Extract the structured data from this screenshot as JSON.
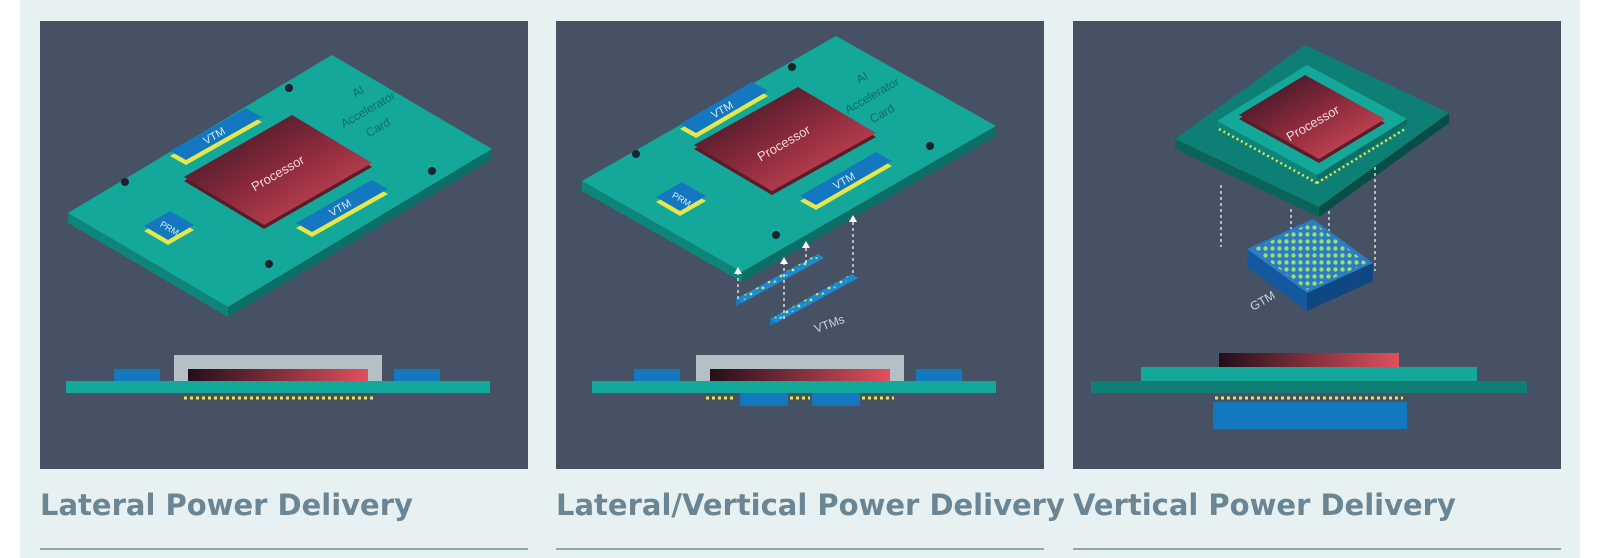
{
  "colors": {
    "background": "#e8f1f1",
    "panel": "#465263",
    "board": "#14a89a",
    "board_side": "#0b6e67",
    "vtm": "#1478c0",
    "pad_yellow": "#e6e84a",
    "caption": "#6a8593"
  },
  "panels": [
    {
      "caption": "Lateral Power Delivery",
      "processor_label": "Processor",
      "card_label_line1": "AI",
      "card_label_line2": "Accelerator",
      "card_label_line3": "Card",
      "vtm_top_label": "VTM",
      "vtm_bottom_label": "VTM",
      "prm_label": "PRM"
    },
    {
      "caption": "Lateral/Vertical Power Delivery",
      "processor_label": "Processor",
      "card_label_line1": "AI",
      "card_label_line2": "Accelerator",
      "card_label_line3": "Card",
      "vtm_top_label": "VTM",
      "vtm_bottom_label": "VTM",
      "prm_label": "PRM",
      "vtms_label": "VTMs"
    },
    {
      "caption": "Vertical Power Delivery",
      "processor_label": "Processor",
      "gtm_label": "GTM"
    }
  ]
}
